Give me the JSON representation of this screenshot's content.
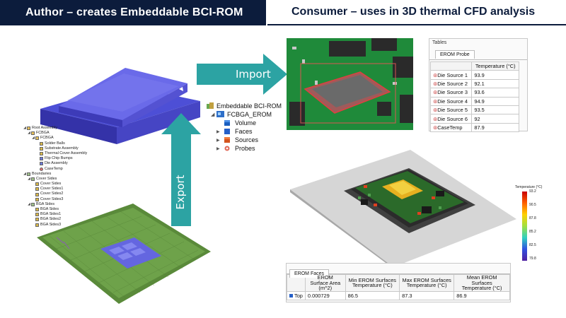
{
  "headers": {
    "left": "Author – creates Embeddable BCI-ROM",
    "right": "Consumer – uses in 3D thermal CFD analysis"
  },
  "arrows": {
    "import_label": "Import",
    "export_label": "Export",
    "color": "#2ca3a3"
  },
  "assembly_tree": [
    {
      "label": "Root Assembly",
      "icon": "assembly-icon"
    },
    {
      "label": "FCBGA",
      "icon": "assembly-icon"
    },
    {
      "label": "FCBGA",
      "icon": "assembly-icon"
    },
    {
      "label": "Solder Balls",
      "icon": "part-icon"
    },
    {
      "label": "Substrate Assembly",
      "icon": "part-icon"
    },
    {
      "label": "Thermal Cover Assembly",
      "icon": "part-icon"
    },
    {
      "label": "Flip Chip Bumps",
      "icon": "part-icon"
    },
    {
      "label": "Die Assembly",
      "icon": "part-icon"
    },
    {
      "label": "CaseTemp",
      "icon": "probe-icon"
    },
    {
      "label": "Boundaries",
      "icon": "folder-icon"
    },
    {
      "label": "Cover Sides",
      "icon": "folder-icon"
    },
    {
      "label": "Cover Sides",
      "icon": "face-icon"
    },
    {
      "label": "Cover Sides1",
      "icon": "face-icon"
    },
    {
      "label": "Cover Sides2",
      "icon": "face-icon"
    },
    {
      "label": "Cover Sides3",
      "icon": "face-icon"
    },
    {
      "label": "BGA Sides",
      "icon": "folder-icon"
    },
    {
      "label": "BGA Sides",
      "icon": "face-icon"
    },
    {
      "label": "BGA Sides1",
      "icon": "face-icon"
    },
    {
      "label": "BGA Sides2",
      "icon": "face-icon"
    },
    {
      "label": "BGA Sides3",
      "icon": "face-icon"
    }
  ],
  "embeddable_tree": {
    "root": "Embeddable BCI-ROM",
    "child": "FCBGA_EROM",
    "items": [
      {
        "label": "Volume",
        "icon": "volume-icon"
      },
      {
        "label": "Faces",
        "icon": "faces-icon"
      },
      {
        "label": "Sources",
        "icon": "sources-icon"
      },
      {
        "label": "Probes",
        "icon": "probes-icon"
      }
    ]
  },
  "tables_panel": {
    "title": "Tables",
    "tab": "EROM Probe",
    "column": "Temperature (°C)",
    "rows": [
      {
        "name": "Die Source 1",
        "value": "93.9"
      },
      {
        "name": "Die Source 2",
        "value": "92.1"
      },
      {
        "name": "Die Source 3",
        "value": "93.6"
      },
      {
        "name": "Die Source 4",
        "value": "94.9"
      },
      {
        "name": "Die Source 5",
        "value": "93.5"
      },
      {
        "name": "Die Source 6",
        "value": "92"
      },
      {
        "name": "CaseTemp",
        "value": "87.9"
      }
    ]
  },
  "faces_panel": {
    "tab": "EROM Faces",
    "columns": [
      "EROM Surface Area (m^2)",
      "Min EROM Surfaces Temperature (°C)",
      "Max EROM Surfaces Temperature (°C)",
      "Mean EROM Surfaces Temperature (°C)"
    ],
    "row": {
      "name": "Top",
      "values": [
        "0.000729",
        "86.5",
        "87.3",
        "86.9"
      ]
    }
  },
  "legend": {
    "title": "Temperature (°C)",
    "ticks": [
      "93.2",
      "90.5",
      "87.8",
      "85.2",
      "82.5",
      "79.8"
    ]
  }
}
